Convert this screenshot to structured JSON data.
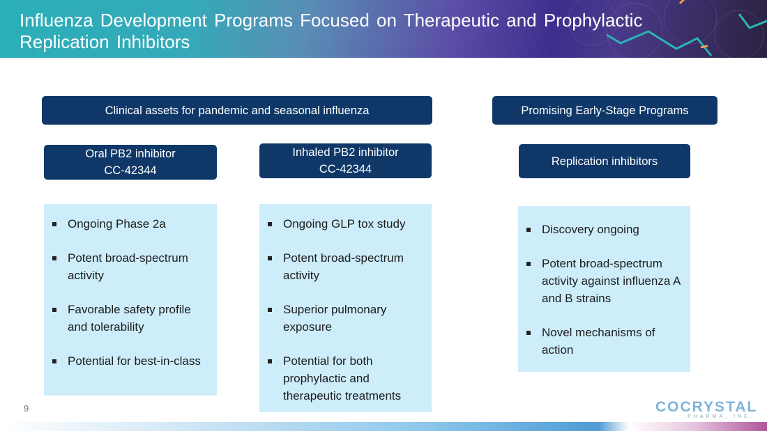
{
  "header": {
    "title_line1": "Influenza Development Programs Focused on Therapeutic and Prophylactic",
    "title_line2": "Replication Inhibitors"
  },
  "sections": {
    "clinical": "Clinical assets for pandemic and seasonal influenza",
    "early": "Promising Early-Stage Programs"
  },
  "columns": [
    {
      "title1": "Oral PB2 inhibitor",
      "title2": "CC-42344",
      "items": [
        "Ongoing Phase 2a",
        "Potent broad-spectrum activity",
        "Favorable safety profile and tolerability",
        "Potential for best-in-class"
      ]
    },
    {
      "title1": "Inhaled PB2 inhibitor",
      "title2": "CC-42344",
      "items": [
        "Ongoing GLP tox study",
        "Potent broad-spectrum activity",
        "Superior pulmonary exposure",
        "Potential for both prophylactic and therapeutic treatments"
      ]
    },
    {
      "title1": "Replication inhibitors",
      "items": [
        "Discovery ongoing",
        "Potent broad-spectrum activity against influenza A and B strains",
        "Novel mechanisms of action"
      ]
    }
  ],
  "footer": {
    "page": "9",
    "logo": "COCRYSTAL",
    "logo_sub": "PHARMA, INC."
  }
}
